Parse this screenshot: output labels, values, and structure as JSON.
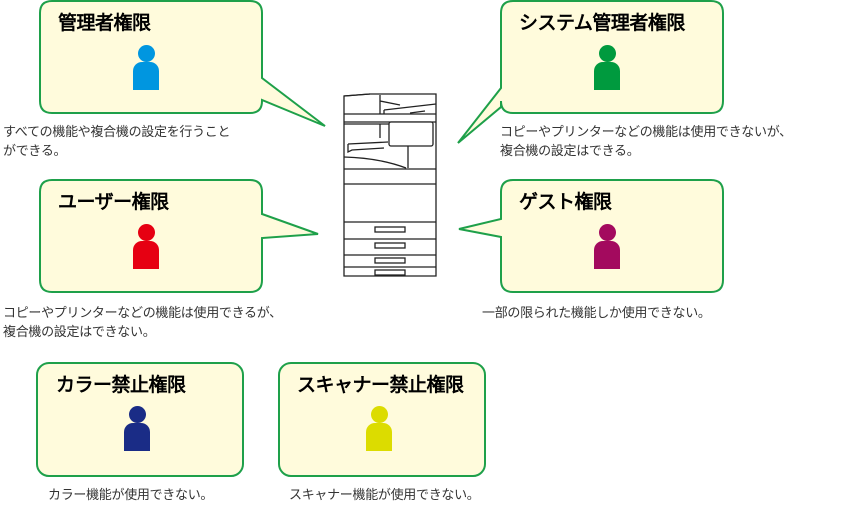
{
  "diagram": {
    "device_icon": "multifunction-printer-icon",
    "bubble_style": {
      "fill": "#fffbdc",
      "border": "#1ea04a"
    },
    "roles": [
      {
        "id": "admin",
        "title": "管理者権限",
        "icon": "person-icon",
        "color": "#0096e0",
        "desc_lines": [
          "すべての機能や複合機の設定を行うこと",
          "ができる。"
        ]
      },
      {
        "id": "system-admin",
        "title": "システム管理者権限",
        "icon": "person-icon",
        "color": "#009a3e",
        "desc_lines": [
          "コピーやプリンターなどの機能は使用できないが、",
          "複合機の設定はできる。"
        ]
      },
      {
        "id": "user",
        "title": "ユーザー権限",
        "icon": "person-icon",
        "color": "#e60012",
        "desc_lines": [
          "コピーやプリンターなどの機能は使用できるが、",
          "複合機の設定はできない。"
        ]
      },
      {
        "id": "guest",
        "title": "ゲスト権限",
        "icon": "person-icon",
        "color": "#a30a5e",
        "desc_lines": [
          "一部の限られた機能しか使用できない。"
        ]
      },
      {
        "id": "color-prohibited",
        "title": "カラー禁止権限",
        "icon": "person-icon",
        "color": "#1a2c86",
        "desc_lines": [
          "カラー機能が使用できない。"
        ]
      },
      {
        "id": "scanner-prohibited",
        "title": "スキャナー禁止権限",
        "icon": "person-icon",
        "color": "#dcdc00",
        "desc_lines": [
          "スキャナー機能が使用できない。"
        ]
      }
    ]
  }
}
